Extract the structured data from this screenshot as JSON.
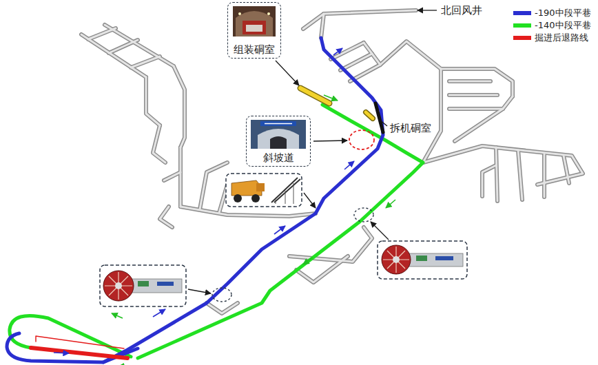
{
  "diagram": {
    "nodes": [
      {
        "text": [
          "组装硐室"
        ]
      },
      {
        "text": [
          "斜坡道"
        ]
      }
    ],
    "labels": [
      "北回风井",
      "拆机硐室"
    ],
    "legend": [
      {
        "text": "-190中段平巷",
        "color": "#2a2fd0"
      },
      {
        "text": "-140中段平巷",
        "color": "#22e022"
      },
      {
        "text": "掘进后退路线",
        "color": "#e41c1c"
      }
    ]
  }
}
